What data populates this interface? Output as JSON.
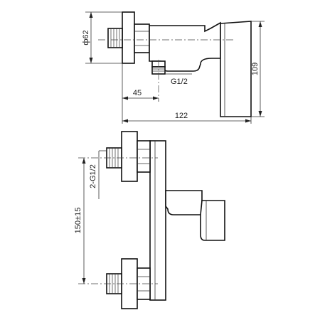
{
  "dimensions": {
    "diameter": "ф62",
    "height": "109",
    "thread_top": "G1/2",
    "offset": "45",
    "length": "122",
    "thread_front": "2-G1/2",
    "spacing": "150±15"
  }
}
